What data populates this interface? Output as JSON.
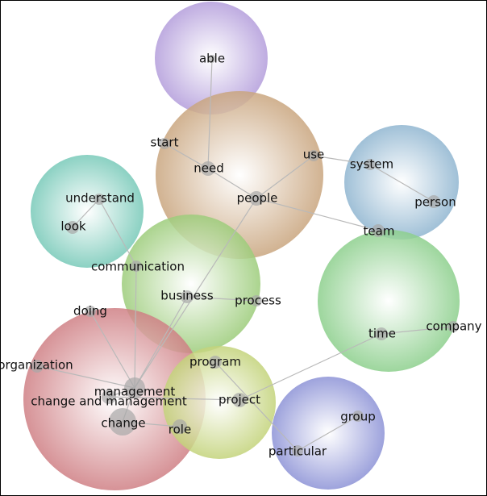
{
  "diagram": {
    "clusters": [
      {
        "name": "able",
        "color": "#b39ddb"
      },
      {
        "name": "people",
        "color": "#c9a57e"
      },
      {
        "name": "system",
        "color": "#8fb5d0"
      },
      {
        "name": "understand",
        "color": "#77c9b8"
      },
      {
        "name": "business",
        "color": "#9ccc7a"
      },
      {
        "name": "time",
        "color": "#8ccf8c"
      },
      {
        "name": "management",
        "color": "#cf7f84"
      },
      {
        "name": "project",
        "color": "#c3d37a"
      },
      {
        "name": "group",
        "color": "#8c92d6"
      }
    ],
    "nodes": [
      {
        "id": "able",
        "label": "able"
      },
      {
        "id": "start",
        "label": "start"
      },
      {
        "id": "need",
        "label": "need"
      },
      {
        "id": "use",
        "label": "use"
      },
      {
        "id": "people",
        "label": "people"
      },
      {
        "id": "system",
        "label": "system"
      },
      {
        "id": "person",
        "label": "person"
      },
      {
        "id": "team",
        "label": "team"
      },
      {
        "id": "understand",
        "label": "understand"
      },
      {
        "id": "look",
        "label": "look"
      },
      {
        "id": "communication",
        "label": "communication"
      },
      {
        "id": "business",
        "label": "business"
      },
      {
        "id": "process",
        "label": "process"
      },
      {
        "id": "doing",
        "label": "doing"
      },
      {
        "id": "time",
        "label": "time"
      },
      {
        "id": "company",
        "label": "company"
      },
      {
        "id": "organization",
        "label": "organization"
      },
      {
        "id": "program",
        "label": "program"
      },
      {
        "id": "management",
        "label": "management"
      },
      {
        "id": "change_and_management",
        "label": "change and management"
      },
      {
        "id": "project",
        "label": "project"
      },
      {
        "id": "change",
        "label": "change"
      },
      {
        "id": "role",
        "label": "role"
      },
      {
        "id": "group",
        "label": "group"
      },
      {
        "id": "particular",
        "label": "particular"
      }
    ],
    "edges": [
      [
        "able",
        "need"
      ],
      [
        "start",
        "need"
      ],
      [
        "need",
        "people"
      ],
      [
        "people",
        "use"
      ],
      [
        "use",
        "system"
      ],
      [
        "system",
        "person"
      ],
      [
        "people",
        "team"
      ],
      [
        "understand",
        "look"
      ],
      [
        "understand",
        "communication"
      ],
      [
        "communication",
        "management"
      ],
      [
        "people",
        "management"
      ],
      [
        "business",
        "process"
      ],
      [
        "business",
        "management"
      ],
      [
        "doing",
        "management"
      ],
      [
        "organization",
        "management"
      ],
      [
        "management",
        "change_and_management"
      ],
      [
        "management",
        "change"
      ],
      [
        "change_and_management",
        "project"
      ],
      [
        "change",
        "role"
      ],
      [
        "program",
        "particular"
      ],
      [
        "project",
        "time"
      ],
      [
        "time",
        "company"
      ],
      [
        "group",
        "particular"
      ]
    ]
  }
}
